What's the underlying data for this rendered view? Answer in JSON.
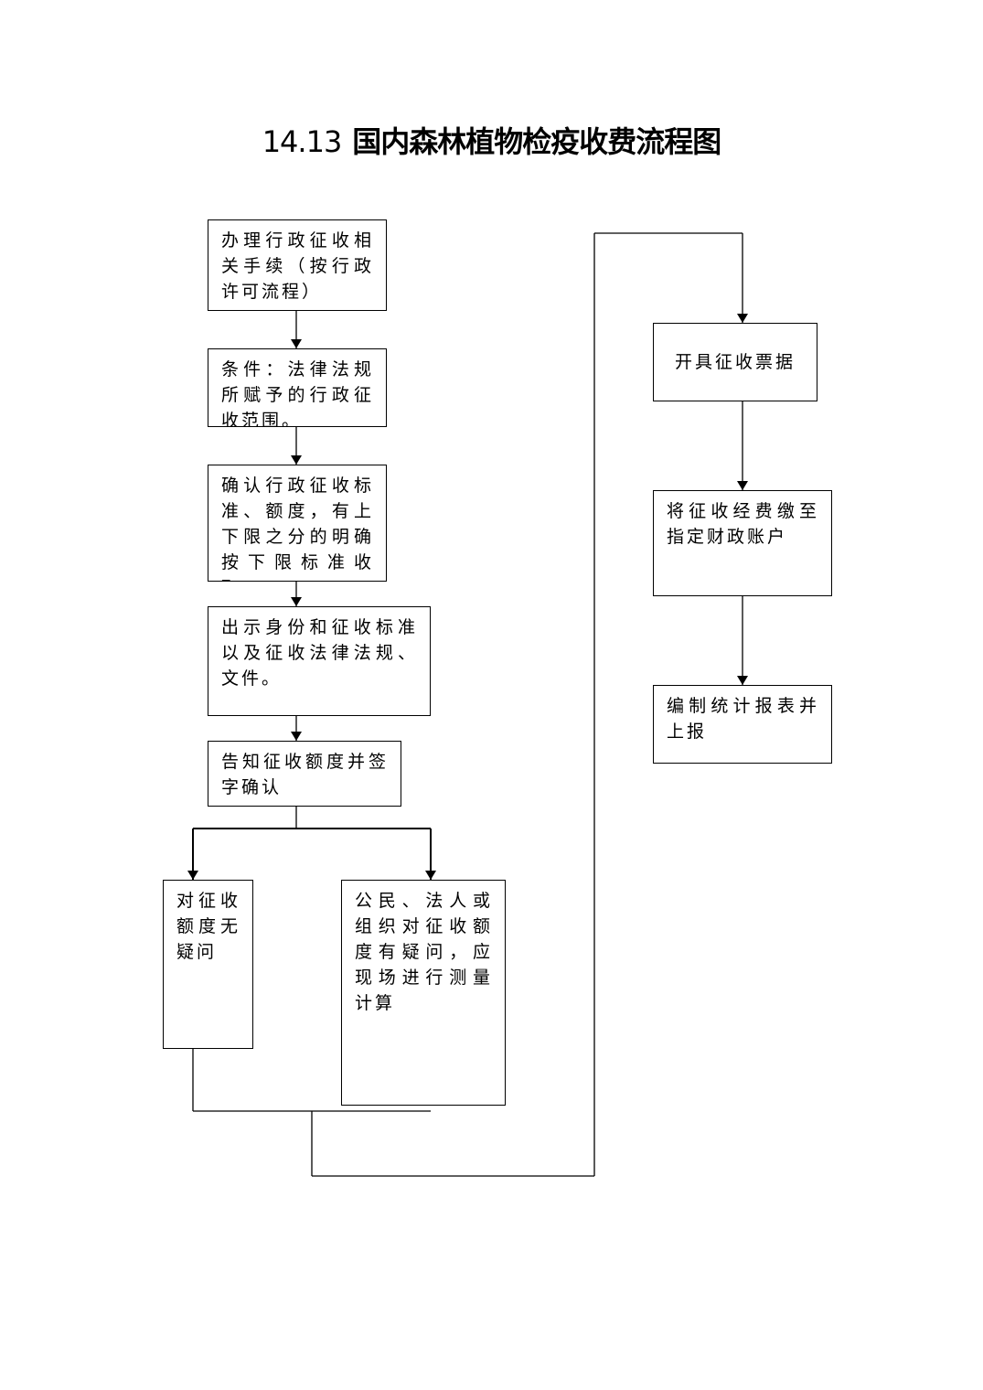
{
  "title": {
    "number": "14.13",
    "name": "国内森林植物检疫收费流程图"
  },
  "steps": {
    "s1": "办理行政征收相关手续（按行政许可流程）",
    "s2": "条件：法律法规所赋予的行政征收范围。",
    "s3": "确认行政征收标准、额度，有上下限之分的明确按下限标准收取。",
    "s4": "出示身份和征收标准以及征收法律法规、文件。",
    "s5": "告知征收额度并签字确认",
    "s6a": "对征收额度无疑问",
    "s6b": "公民、法人或组织对征收额度有疑问，应现场进行测量计算",
    "s7": "开具征收票据",
    "s8": "将征收经费缴至指定财政账户",
    "s9": "编制统计报表并上报"
  }
}
